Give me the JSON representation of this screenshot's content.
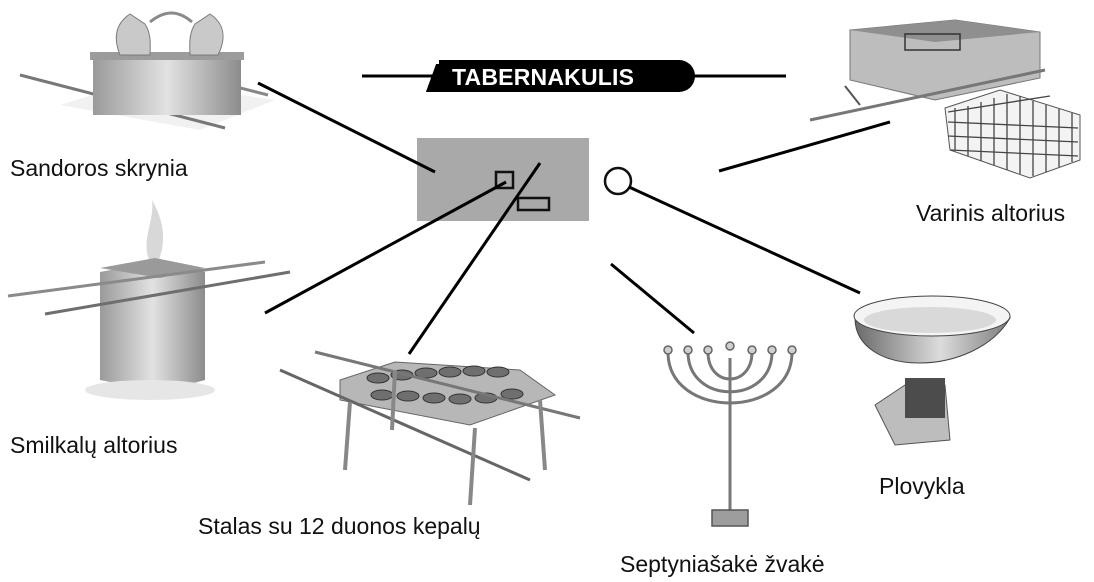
{
  "title": "TABERNAKULIS",
  "items": {
    "ark": "Sandoros skrynia",
    "bronze_altar": "Varinis altorius",
    "incense_altar": "Smilkalų altorius",
    "table": "Stalas su 12 duonos kepalų",
    "lampstand": "Septyniašakė žvakė",
    "laver": "Plovykla"
  }
}
